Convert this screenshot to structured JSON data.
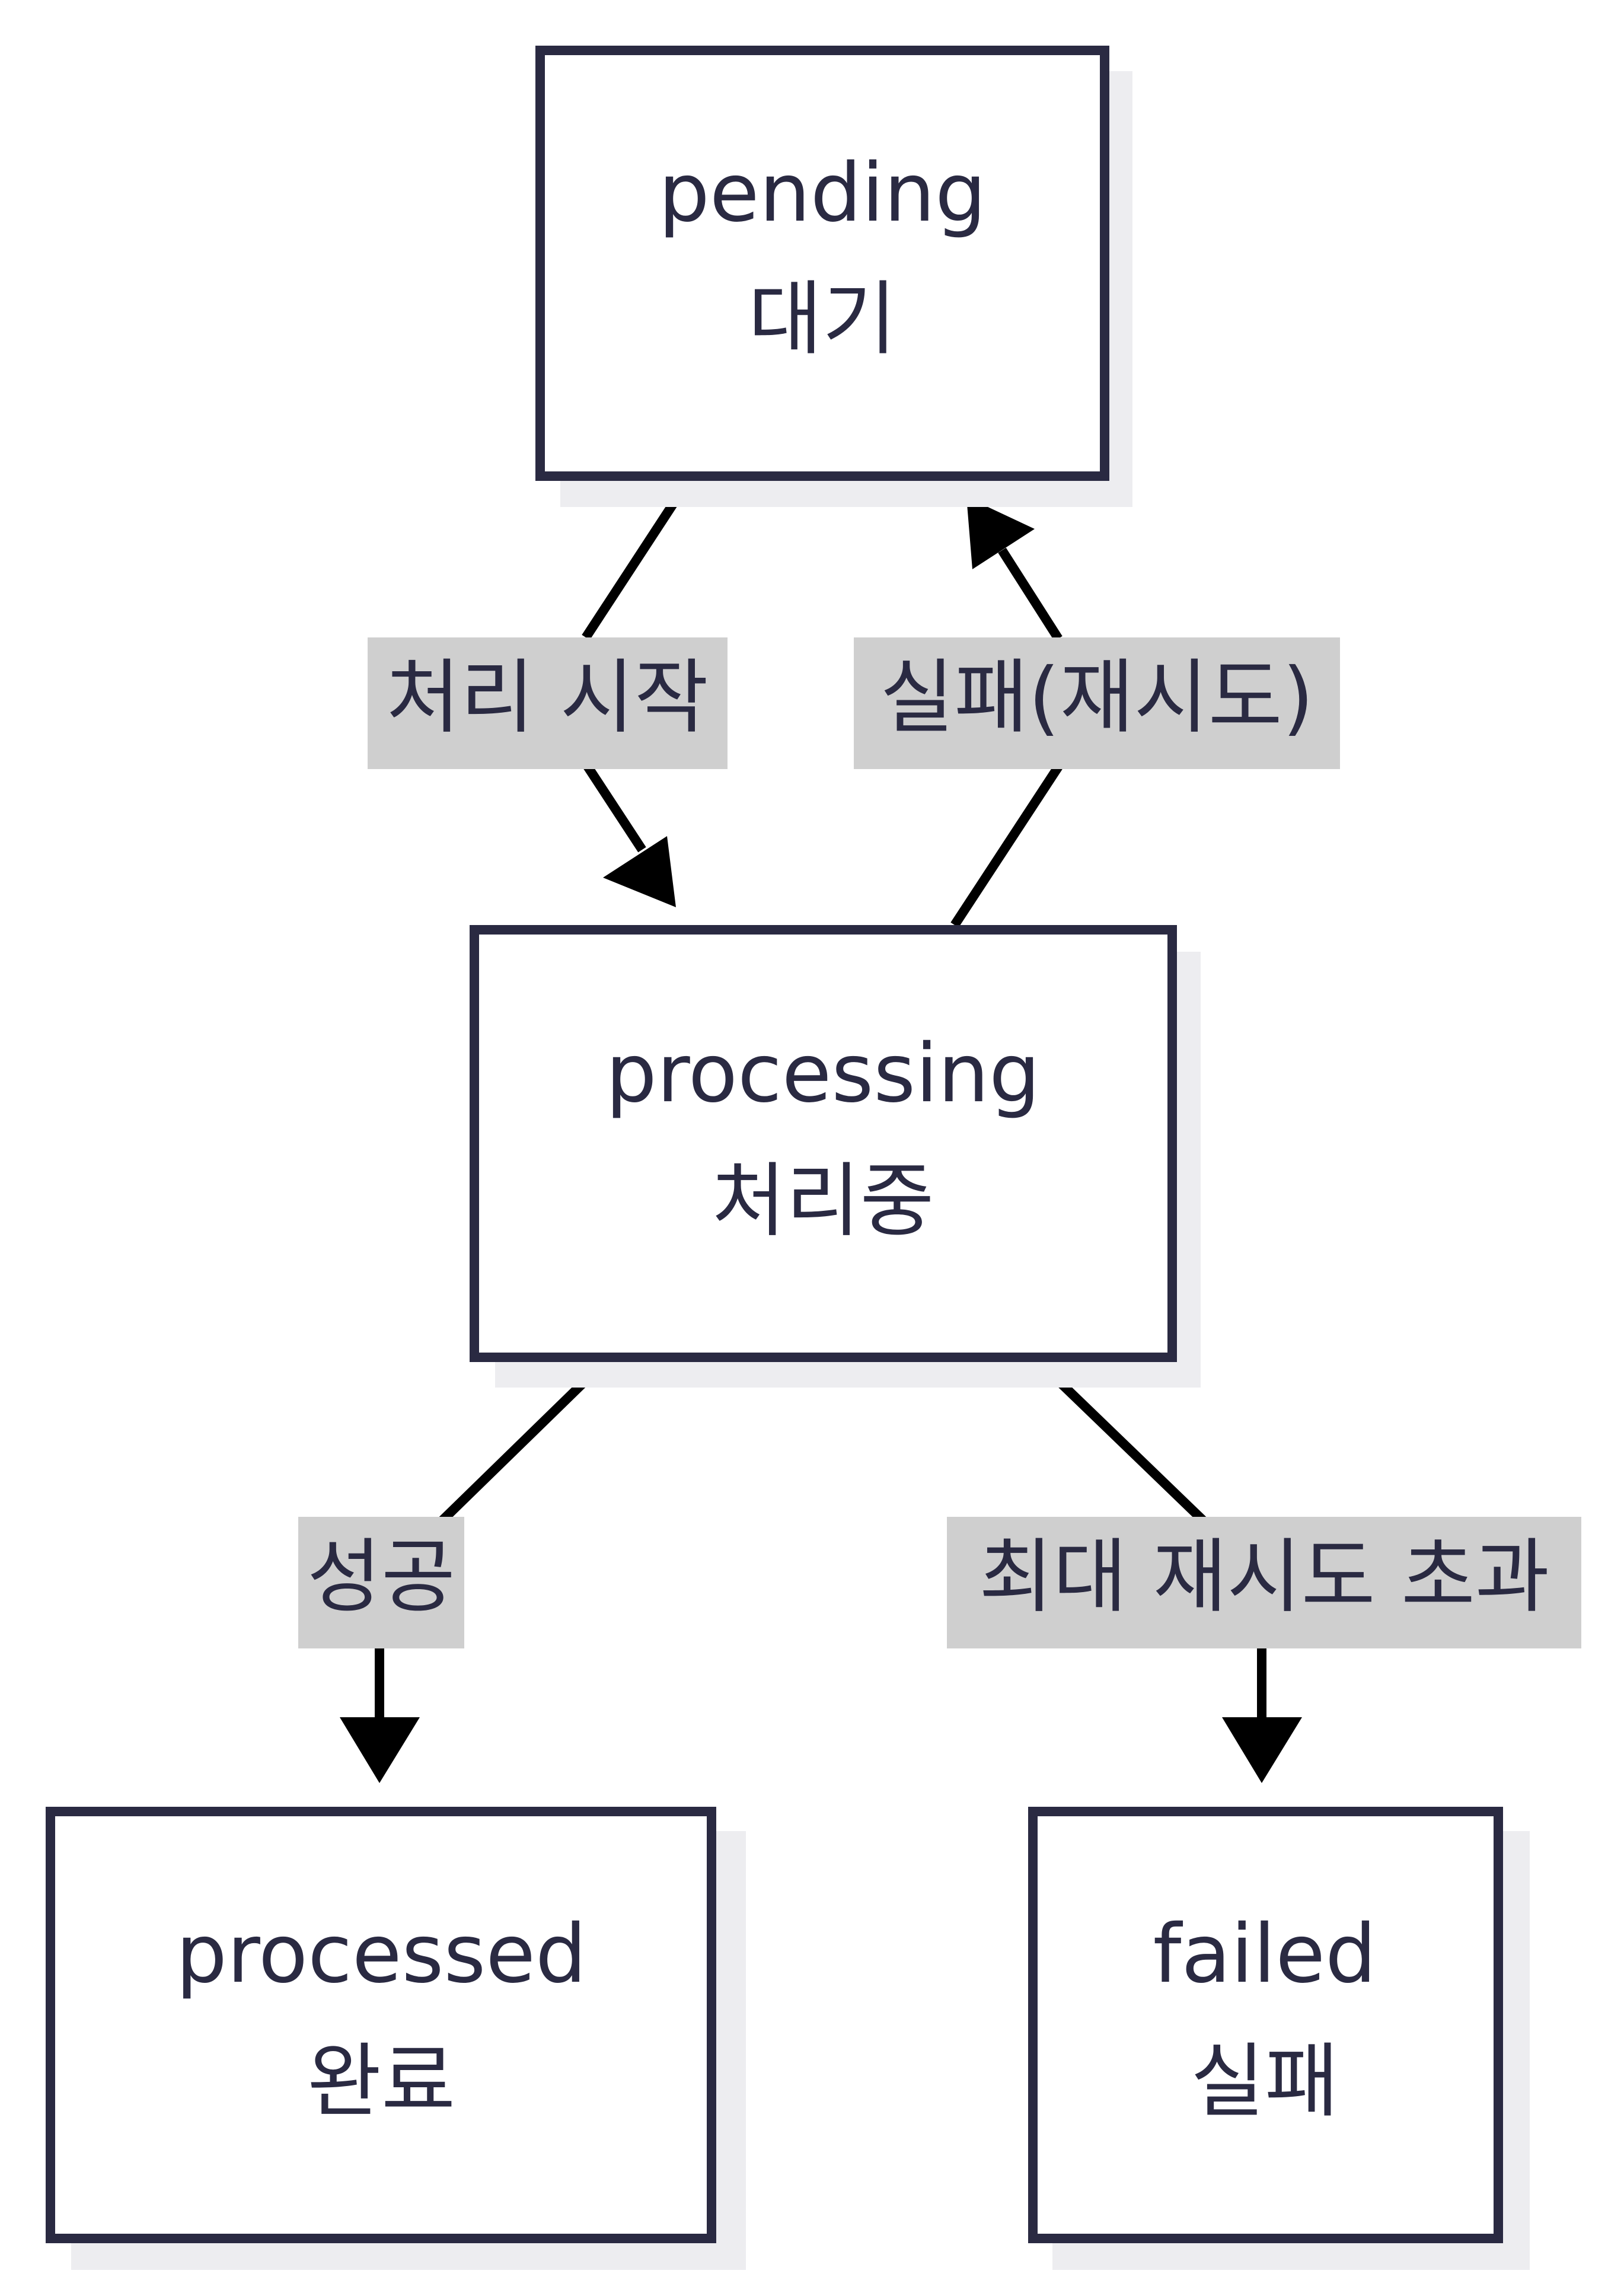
{
  "colors": {
    "background": "#ffffff",
    "node_border": "#2a2a42",
    "node_fill": "#ffffff",
    "node_shadow": "#ededf0",
    "edge": "#000000",
    "edge_label_bg": "#cfcfcf",
    "text": "#2a2a42"
  },
  "nodes": {
    "pending": {
      "line1": "pending",
      "line2": "대기"
    },
    "processing": {
      "line1": "processing",
      "line2": "처리중"
    },
    "processed": {
      "line1": "processed",
      "line2": "완료"
    },
    "failed": {
      "line1": "failed",
      "line2": "실패"
    }
  },
  "edges": {
    "start": {
      "label": "처리 시작"
    },
    "retry": {
      "label": "실패(재시도)"
    },
    "success": {
      "label": "성공"
    },
    "max_retry": {
      "label": "최대 재시도 초과"
    }
  }
}
